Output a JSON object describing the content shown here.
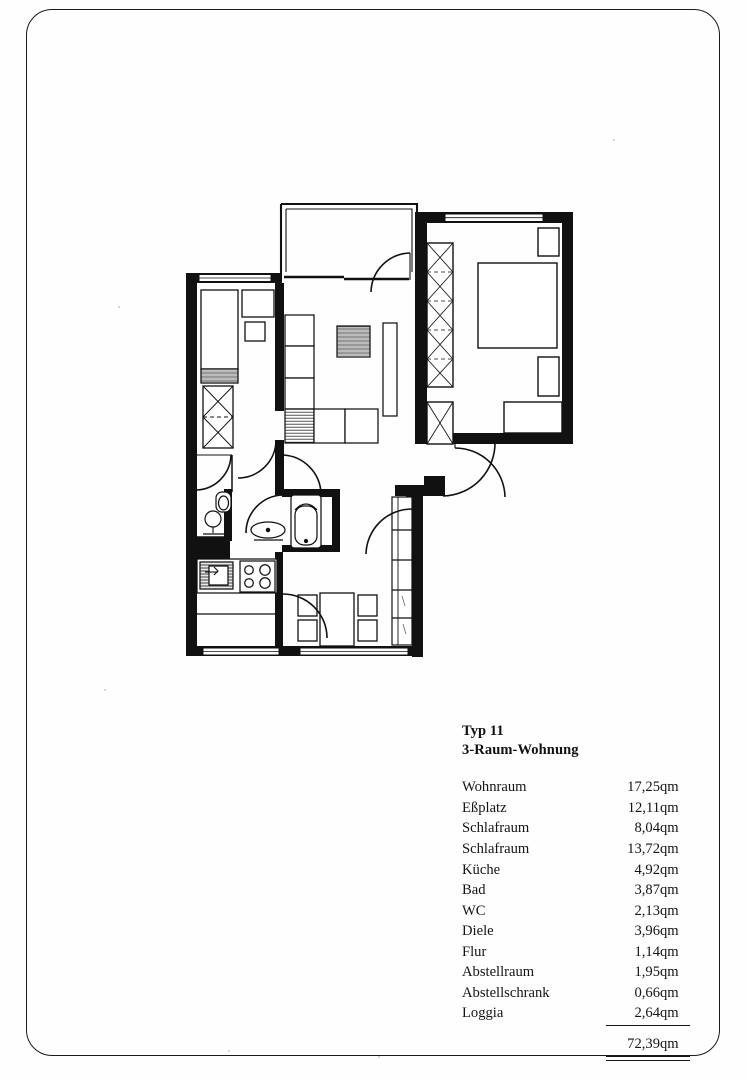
{
  "document": {
    "sheet_title": "Typ 11",
    "subtitle": "3-Raum-Wohnung"
  },
  "legend": {
    "heading_line1": "Typ 11",
    "heading_line2": "3-Raum-Wohnung",
    "unit": "qm",
    "rooms": [
      {
        "name": "Wohnraum",
        "area": "17,25"
      },
      {
        "name": "Eßplatz",
        "area": "12,11"
      },
      {
        "name": "Schlafraum",
        "area": "8,04"
      },
      {
        "name": "Schlafraum",
        "area": "13,72"
      },
      {
        "name": "Küche",
        "area": "4,92"
      },
      {
        "name": "Bad",
        "area": "3,87"
      },
      {
        "name": "WC",
        "area": "2,13"
      },
      {
        "name": "Diele",
        "area": "3,96"
      },
      {
        "name": "Flur",
        "area": "1,14"
      },
      {
        "name": "Abstellraum",
        "area": "1,95"
      },
      {
        "name": "Abstellschrank",
        "area": "0,66"
      },
      {
        "name": "Loggia",
        "area": "2,64"
      }
    ],
    "total": {
      "name": "",
      "area": "72,39"
    }
  },
  "floorplan": {
    "type": "architectural-floor-plan",
    "line_color": "#111111",
    "wall_fill": "#111111",
    "paper_color": "#ffffff",
    "spaces": [
      {
        "key": "wohnraum",
        "label": "Wohnraum",
        "note": "upper-left large living room, thin-wall bay at top"
      },
      {
        "key": "essplatz",
        "label": "Eßplatz",
        "note": "central dining/seating zone with L-shaped sofa group"
      },
      {
        "key": "schlafraum-klein",
        "label": "Schlafraum",
        "note": "left bedroom with single bed, desk, chair, wardrobe"
      },
      {
        "key": "schlafraum-gross",
        "label": "Schlafraum",
        "note": "right bedroom with double bed, two nightstands, wardrobe"
      },
      {
        "key": "kueche",
        "label": "Küche",
        "note": "lower-left kitchen with sink and four-burner stove"
      },
      {
        "key": "bad",
        "label": "Bad",
        "note": "bathroom with bathtub and washbasin"
      },
      {
        "key": "wc",
        "label": "WC",
        "note": "separate WC with toilet and small basin"
      },
      {
        "key": "diele",
        "label": "Diele",
        "note": "entrance hall with doors"
      },
      {
        "key": "flur",
        "label": "Flur",
        "note": "corridor"
      },
      {
        "key": "abstellraum",
        "label": "Abstellraum",
        "note": "storage room"
      },
      {
        "key": "abstellschrank",
        "label": "Abstellschrank",
        "note": "storage cupboard"
      },
      {
        "key": "loggia",
        "label": "Loggia",
        "note": "narrow balcony strip on right with railing panels"
      }
    ],
    "fixtures": [
      "double-bed",
      "single-bed",
      "nightstand",
      "desk",
      "chair",
      "wardrobe-hatched",
      "sofa-l-shape",
      "coffee-table",
      "dining-table",
      "dining-chair",
      "bathtub",
      "washbasin",
      "toilet",
      "kitchen-sink",
      "stove-four-burner",
      "loggia-railing"
    ],
    "door_swings": 8,
    "window_count": 6
  }
}
